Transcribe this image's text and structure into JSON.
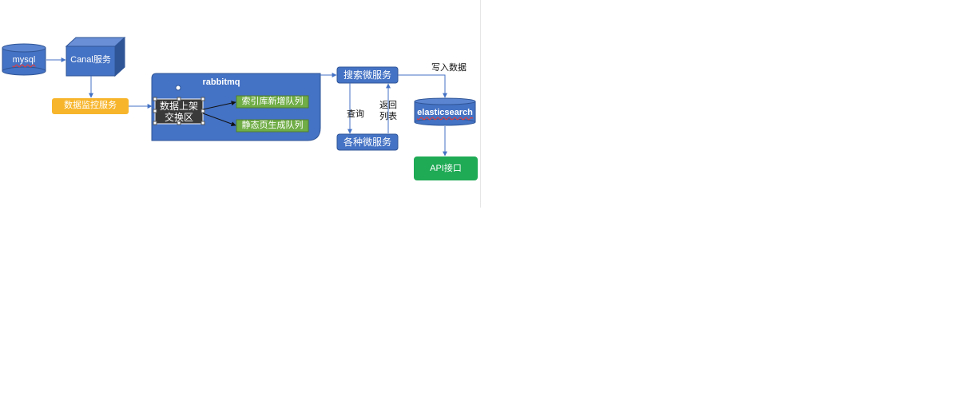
{
  "nodes": {
    "mysql": "mysql",
    "canal": "Canal服务",
    "monitor": "数据监控服务",
    "rabbitmq": "rabbitmq",
    "exchange_line1": "数据上架",
    "exchange_line2": "交换区",
    "queue_index": "索引库新增队列",
    "queue_static": "静态页生成队列",
    "search_service": "搜索微服务",
    "micro_services": "各种微服务",
    "elasticsearch": "elasticsearch",
    "api": "API接口"
  },
  "edge_labels": {
    "write_data": "写入数据",
    "query": "查询",
    "return_line1": "返回",
    "return_line2": "列表"
  },
  "colors": {
    "blue": "#4472c4",
    "blue_dark": "#2f5597",
    "orange": "#f7b52c",
    "green_queue": "#70ad47",
    "green_api": "#1faa55",
    "exchange_bg": "#3a3a3a"
  }
}
